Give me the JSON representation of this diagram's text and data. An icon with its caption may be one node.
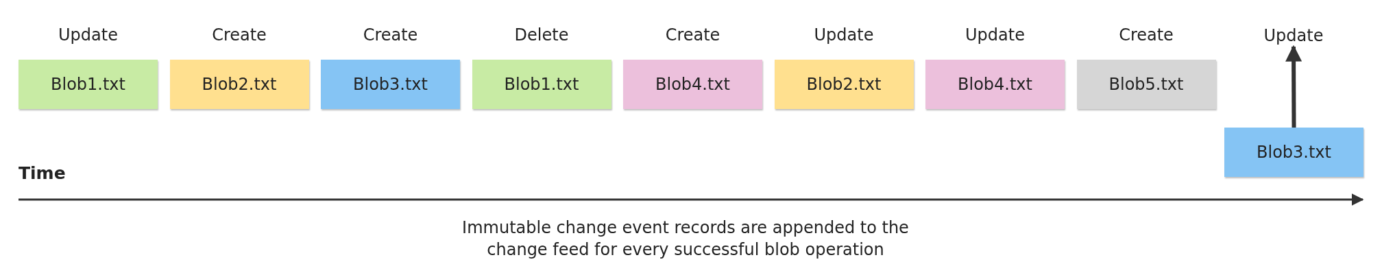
{
  "diagram": {
    "caption": "Immutable change event records are appended to the change feed for every successful blob operation",
    "nodes": [
      {
        "text": [
          "Update",
          "Blob1.txt"
        ]
      },
      {
        "text": [
          "Create",
          "Blob2.txt"
        ]
      },
      {
        "text": [
          "Create",
          "Blob3.txt"
        ]
      },
      {
        "text": [
          "Delete",
          "Blob1.txt"
        ]
      },
      {
        "text": [
          "Create",
          "Blob4.txt"
        ]
      },
      {
        "text": [
          "Update",
          "Blob2.txt"
        ]
      },
      {
        "text": [
          "Update",
          "Blob4.txt"
        ]
      },
      {
        "text": [
          "Create",
          "Blob5.txt"
        ]
      },
      {
        "text": [
          "Update"
        ]
      },
      {
        "text": [
          "Blob3.txt"
        ]
      }
    ],
    "edges": [
      {
        "from": 9,
        "to": 8,
        "arrow": "to"
      }
    ],
    "labels": [
      "Time"
    ]
  }
}
